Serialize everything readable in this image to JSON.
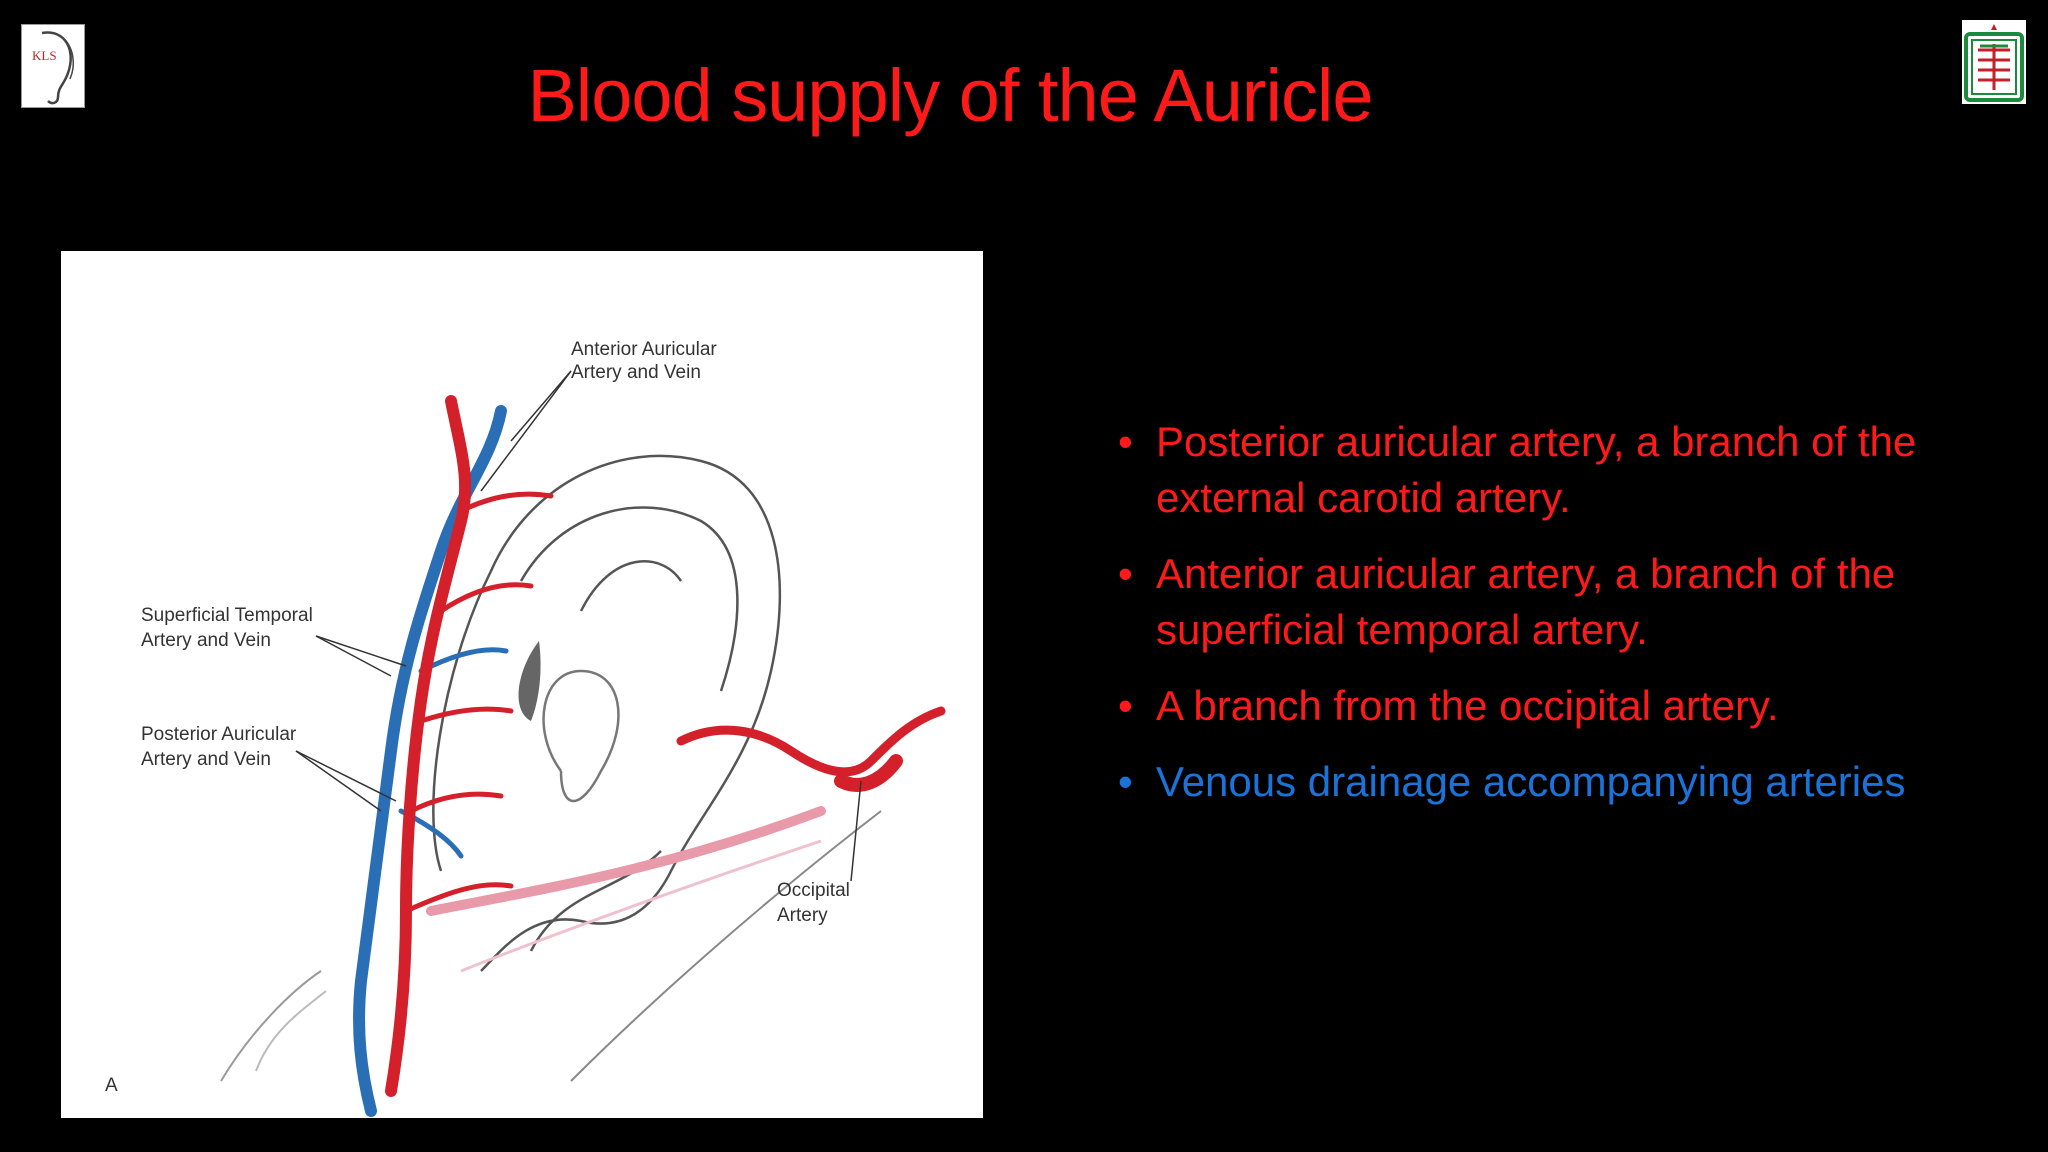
{
  "slide": {
    "title": "Blood supply of the Auricle",
    "logos": {
      "left_text": "KLS"
    },
    "figure": {
      "labels": {
        "anterior_line1": "Anterior Auricular",
        "anterior_line2": "Artery and Vein",
        "superficial_line1": "Superficial Temporal",
        "superficial_line2": "Artery and Vein",
        "posterior_line1": "Posterior Auricular",
        "posterior_line2": "Artery and Vein",
        "occipital_line1": "Occipital",
        "occipital_line2": "Artery",
        "panel_letter": "A"
      }
    },
    "bullets": [
      {
        "text": "Posterior auricular artery, a branch of the external carotid artery.",
        "color": "#ff1a1a"
      },
      {
        "text": "Anterior auricular artery, a branch of the superficial temporal artery.",
        "color": "#ff1a1a"
      },
      {
        "text": " A branch from the occipital artery.",
        "color": "#ff1a1a"
      },
      {
        "text": "Venous drainage accompanying arteries",
        "color": "#1a73d9"
      }
    ],
    "bullet_glyph": "•",
    "colors": {
      "background": "#000000",
      "title": "#ff1a1a",
      "artery": "#d4202a",
      "vein": "#2a6fb5"
    }
  }
}
